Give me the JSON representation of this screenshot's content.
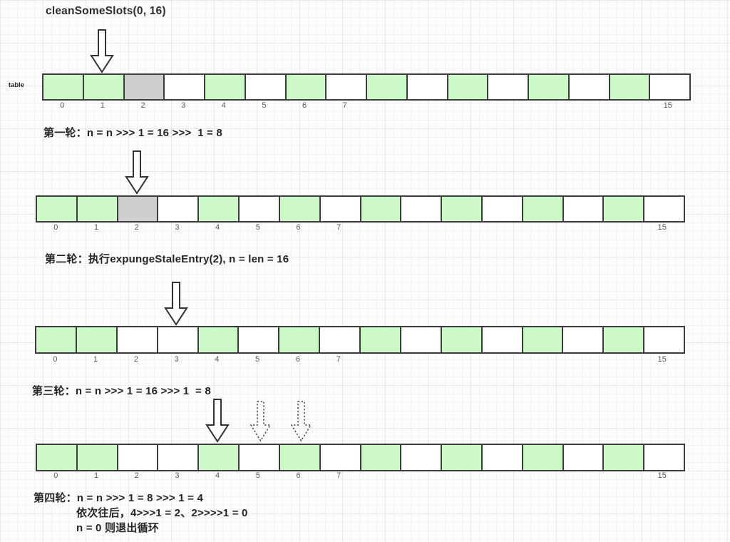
{
  "title": "cleanSomeSlots(0, 16)",
  "table_label": "table",
  "colors": {
    "green": "#cdf8c8",
    "gray": "#cecece",
    "white": "#ffffff",
    "border": "#3c3c3c"
  },
  "index_labels": [
    "0",
    "1",
    "2",
    "3",
    "4",
    "5",
    "6",
    "7",
    "",
    "",
    "",
    "",
    "",
    "",
    "",
    "15"
  ],
  "rows": [
    {
      "cells": [
        "green",
        "green",
        "gray",
        "white",
        "green",
        "white",
        "green",
        "white",
        "green",
        "white",
        "green",
        "white",
        "green",
        "white",
        "green",
        "white"
      ],
      "pointer_solid": [
        1
      ],
      "pointer_dotted": []
    },
    {
      "cells": [
        "green",
        "green",
        "gray",
        "white",
        "green",
        "white",
        "green",
        "white",
        "green",
        "white",
        "green",
        "white",
        "green",
        "white",
        "green",
        "white"
      ],
      "pointer_solid": [
        2
      ],
      "pointer_dotted": []
    },
    {
      "cells": [
        "green",
        "green",
        "white",
        "white",
        "green",
        "white",
        "green",
        "white",
        "green",
        "white",
        "green",
        "white",
        "green",
        "white",
        "green",
        "white"
      ],
      "pointer_solid": [
        3
      ],
      "pointer_dotted": []
    },
    {
      "cells": [
        "green",
        "green",
        "white",
        "white",
        "green",
        "white",
        "green",
        "white",
        "green",
        "white",
        "green",
        "white",
        "green",
        "white",
        "green",
        "white"
      ],
      "pointer_solid": [
        4
      ],
      "pointer_dotted": [
        5,
        6
      ]
    }
  ],
  "steps": {
    "step1": {
      "label": "第一轮：",
      "text": "n = n >>> 1 = 16 >>>  1 = 8"
    },
    "step2": {
      "label": "第二轮：",
      "text": "执行expungeStaleEntry(2), n = len = 16"
    },
    "step3": {
      "label": "第三轮：",
      "text": "n = n >>> 1 = 16 >>> 1  = 8"
    },
    "step4": {
      "label": "第四轮：",
      "line1": "n = n >>> 1 = 8 >>> 1 = 4",
      "line2": "依次往后，4>>>1 = 2、2>>>>1 = 0",
      "line3": "n = 0 则退出循环"
    }
  }
}
